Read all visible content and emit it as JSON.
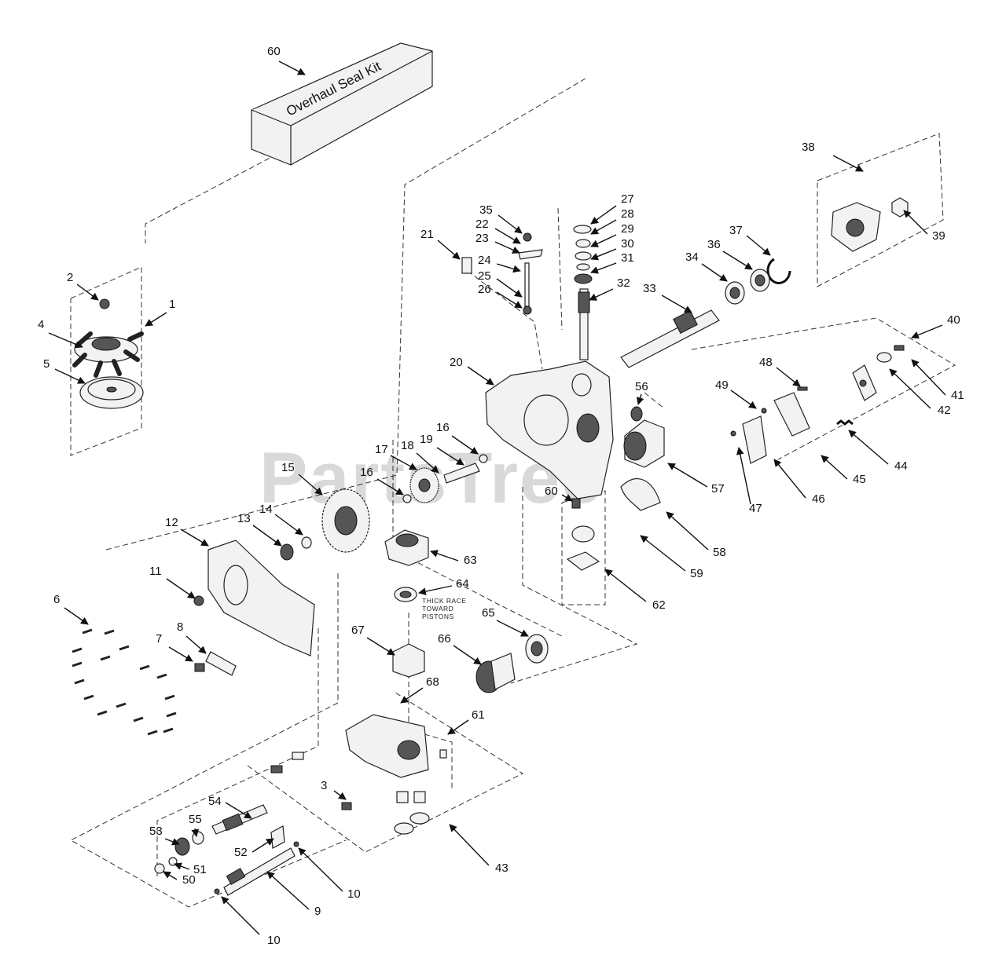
{
  "watermark": "PartsTree",
  "kit": {
    "text": "Overhaul Seal Kit"
  },
  "note": {
    "lines": [
      "THICK RACE",
      "TOWARD",
      "PISTONS"
    ]
  },
  "callouts": [
    {
      "id": "60",
      "text": "60"
    },
    {
      "id": "1",
      "text": "1"
    },
    {
      "id": "2",
      "text": "2"
    },
    {
      "id": "4",
      "text": "4"
    },
    {
      "id": "5",
      "text": "5"
    },
    {
      "id": "38",
      "text": "38"
    },
    {
      "id": "39",
      "text": "39"
    },
    {
      "id": "37",
      "text": "37"
    },
    {
      "id": "36",
      "text": "36"
    },
    {
      "id": "34",
      "text": "34"
    },
    {
      "id": "33",
      "text": "33"
    },
    {
      "id": "27",
      "text": "27"
    },
    {
      "id": "28",
      "text": "28"
    },
    {
      "id": "29",
      "text": "29"
    },
    {
      "id": "30",
      "text": "30"
    },
    {
      "id": "31",
      "text": "31"
    },
    {
      "id": "32",
      "text": "32"
    },
    {
      "id": "35",
      "text": "35"
    },
    {
      "id": "22",
      "text": "22"
    },
    {
      "id": "23",
      "text": "23"
    },
    {
      "id": "24",
      "text": "24"
    },
    {
      "id": "25",
      "text": "25"
    },
    {
      "id": "26",
      "text": "26"
    },
    {
      "id": "21",
      "text": "21"
    },
    {
      "id": "20",
      "text": "20"
    },
    {
      "id": "40",
      "text": "40"
    },
    {
      "id": "41",
      "text": "41"
    },
    {
      "id": "42",
      "text": "42"
    },
    {
      "id": "48",
      "text": "48"
    },
    {
      "id": "49",
      "text": "49"
    },
    {
      "id": "56",
      "text": "56"
    },
    {
      "id": "45",
      "text": "45"
    },
    {
      "id": "44",
      "text": "44"
    },
    {
      "id": "57",
      "text": "57"
    },
    {
      "id": "47",
      "text": "47"
    },
    {
      "id": "46",
      "text": "46"
    },
    {
      "id": "16a",
      "text": "16"
    },
    {
      "id": "17",
      "text": "17"
    },
    {
      "id": "18",
      "text": "18"
    },
    {
      "id": "19",
      "text": "19"
    },
    {
      "id": "15",
      "text": "15"
    },
    {
      "id": "16b",
      "text": "16"
    },
    {
      "id": "13",
      "text": "13"
    },
    {
      "id": "14",
      "text": "14"
    },
    {
      "id": "12",
      "text": "12"
    },
    {
      "id": "60b",
      "text": "60"
    },
    {
      "id": "58",
      "text": "58"
    },
    {
      "id": "59",
      "text": "59"
    },
    {
      "id": "63",
      "text": "63"
    },
    {
      "id": "62",
      "text": "62"
    },
    {
      "id": "11",
      "text": "11"
    },
    {
      "id": "64",
      "text": "64"
    },
    {
      "id": "6",
      "text": "6"
    },
    {
      "id": "8",
      "text": "8"
    },
    {
      "id": "7",
      "text": "7"
    },
    {
      "id": "65",
      "text": "65"
    },
    {
      "id": "67",
      "text": "67"
    },
    {
      "id": "66",
      "text": "66"
    },
    {
      "id": "68",
      "text": "68"
    },
    {
      "id": "61",
      "text": "61"
    },
    {
      "id": "3",
      "text": "3"
    },
    {
      "id": "54",
      "text": "54"
    },
    {
      "id": "55",
      "text": "55"
    },
    {
      "id": "53",
      "text": "53"
    },
    {
      "id": "52",
      "text": "52"
    },
    {
      "id": "51",
      "text": "51"
    },
    {
      "id": "50",
      "text": "50"
    },
    {
      "id": "10a",
      "text": "10"
    },
    {
      "id": "9",
      "text": "9"
    },
    {
      "id": "43",
      "text": "43"
    },
    {
      "id": "10b",
      "text": "10"
    }
  ]
}
